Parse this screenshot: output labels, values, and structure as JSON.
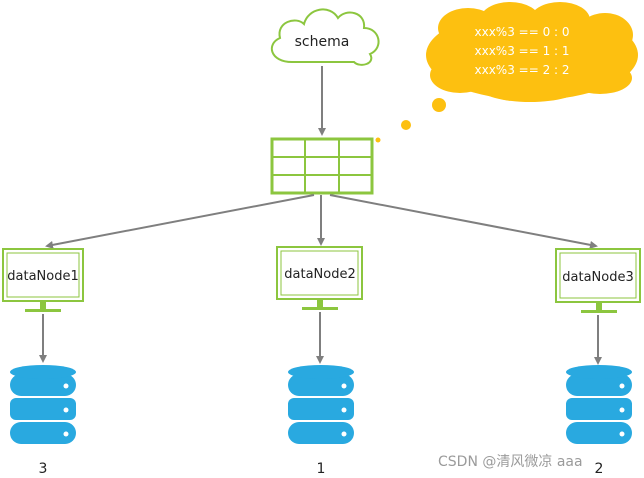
{
  "schema": {
    "label": "schema"
  },
  "thought": {
    "lines": [
      "xxx%3 == 0 : 0",
      "xxx%3 == 1 : 1",
      "xxx%3 == 2 : 2"
    ]
  },
  "nodes": [
    {
      "label": "dataNode1",
      "db_label": "3"
    },
    {
      "label": "dataNode2",
      "db_label": "1"
    },
    {
      "label": "dataNode3",
      "db_label": "2"
    }
  ],
  "watermark": "CSDN @清风微凉 aaa",
  "colors": {
    "green": "#8CC63F",
    "blue": "#29A9E0",
    "gold": "#FDC010",
    "arrow": "#7F7F7F",
    "text": "#222222"
  }
}
